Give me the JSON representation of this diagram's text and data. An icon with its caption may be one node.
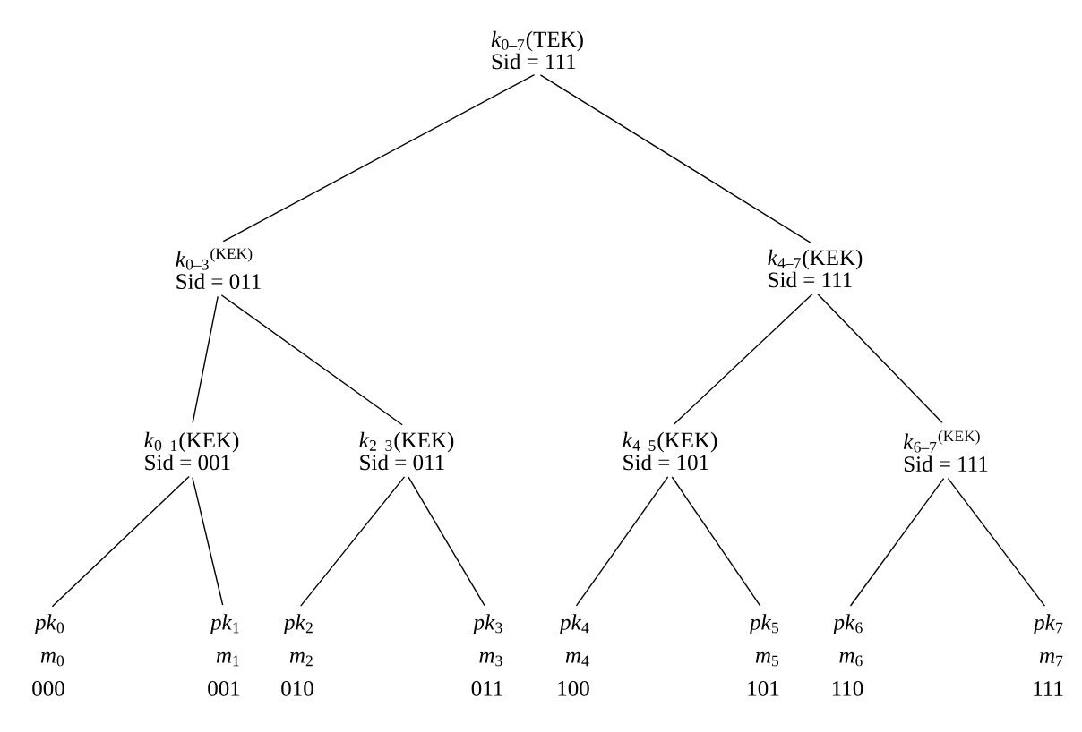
{
  "diagram": {
    "nodes": [
      {
        "text": [
          "*k*$_{0–7}$(TEK)",
          "Sid = 111"
        ]
      },
      {
        "text": [
          "*k*$_{0–3}$$^{(KEK)}$",
          "Sid = 011"
        ]
      },
      {
        "text": [
          "*k*$_{4–7}$(KEK)",
          "Sid = 111"
        ]
      },
      {
        "text": [
          "*k*$_{0–1}$(KEK)",
          "Sid = 001"
        ]
      },
      {
        "text": [
          "*k*$_{2–3}$(KEK)",
          "Sid = 011"
        ]
      },
      {
        "text": [
          "*k*$_{4–5}$(KEK)",
          "Sid = 101"
        ]
      },
      {
        "text": [
          "*k*$_{6–7}$$^{(KEK)}$",
          "Sid = 111"
        ]
      },
      {
        "text": [
          "*pk*$_{0}$",
          "*m*$_{0}$",
          "000"
        ]
      },
      {
        "text": [
          "*pk*$_{1}$",
          "*m*$_{1}$",
          "001"
        ]
      },
      {
        "text": [
          "*pk*$_{2}$",
          "*m*$_{2}$",
          "010"
        ]
      },
      {
        "text": [
          "*pk*$_{3}$",
          "*m*$_{3}$",
          "011"
        ]
      },
      {
        "text": [
          "*pk*$_{4}$",
          "*m*$_{4}$",
          "100"
        ]
      },
      {
        "text": [
          "*pk*$_{5}$",
          "*m*$_{5}$",
          "101"
        ]
      },
      {
        "text": [
          "*pk*$_{6}$",
          "*m*$_{6}$",
          "110"
        ]
      },
      {
        "text": [
          "*pk*$_{7}$",
          "*m*$_{7}$",
          "111"
        ]
      }
    ],
    "edges": [
      {
        "from": 0,
        "to": 1,
        "arrow": "none"
      },
      {
        "from": 0,
        "to": 2,
        "arrow": "none"
      },
      {
        "from": 1,
        "to": 3,
        "arrow": "none"
      },
      {
        "from": 1,
        "to": 4,
        "arrow": "none"
      },
      {
        "from": 2,
        "to": 5,
        "arrow": "none"
      },
      {
        "from": 2,
        "to": 6,
        "arrow": "none"
      },
      {
        "from": 3,
        "to": 7,
        "arrow": "none"
      },
      {
        "from": 3,
        "to": 8,
        "arrow": "none"
      },
      {
        "from": 4,
        "to": 9,
        "arrow": "none"
      },
      {
        "from": 4,
        "to": 10,
        "arrow": "none"
      },
      {
        "from": 5,
        "to": 11,
        "arrow": "none"
      },
      {
        "from": 5,
        "to": 12,
        "arrow": "none"
      },
      {
        "from": 6,
        "to": 13,
        "arrow": "none"
      },
      {
        "from": 6,
        "to": 14,
        "arrow": "none"
      }
    ]
  }
}
